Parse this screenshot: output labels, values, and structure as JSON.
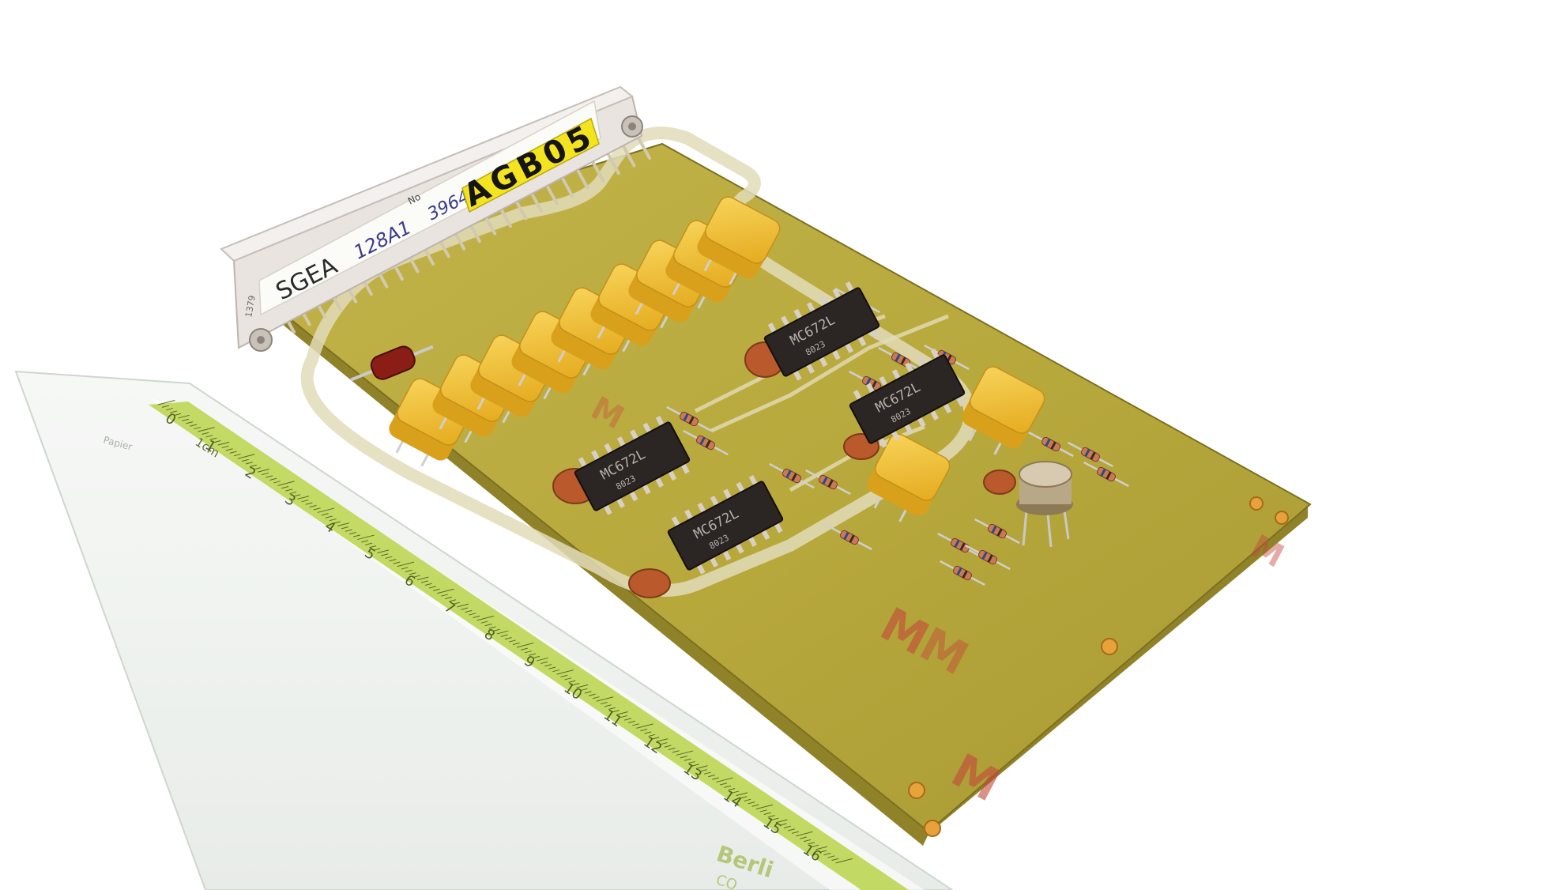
{
  "photo": {
    "label_strip": {
      "brand": "SGEA",
      "handwritten_1": "128A1",
      "handwritten_2": "3964",
      "small_no": "No",
      "side_text": "1379"
    },
    "yellow_tag": {
      "code": "AGB05"
    },
    "chips": [
      {
        "part": "MC672L",
        "date": "8023"
      },
      {
        "part": "MC672L",
        "date": "8023"
      },
      {
        "part": "MC672L",
        "date": "8023"
      },
      {
        "part": "MC672L",
        "date": "8023"
      }
    ],
    "board_marks": [
      "M",
      "M",
      "M",
      "M",
      "M"
    ],
    "ruler": {
      "unit_label": "1cm",
      "tick_numbers": [
        "0",
        "1",
        "2",
        "3",
        "4",
        "5",
        "6",
        "7",
        "8",
        "9",
        "10",
        "11",
        "12",
        "13",
        "14",
        "15",
        "16"
      ],
      "brand": "Berli",
      "brand_sub": "CO",
      "side_text": "Papier"
    },
    "colors": {
      "background": "#ffffff",
      "pcb": "#b9aa3c",
      "pcb_edge": "#8f8228",
      "trace": "#e2dcb8",
      "capacitor": "#f2c230",
      "chip": "#2b2523",
      "ruler_band": "#b9d34a",
      "red_mark": "#c4483a"
    }
  }
}
